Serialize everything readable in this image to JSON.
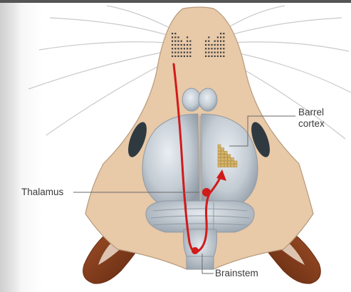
{
  "labels": {
    "barrel_cortex_line1": "Barrel",
    "barrel_cortex_line2": "cortex",
    "thalamus": "Thalamus",
    "brainstem": "Brainstem"
  },
  "colors": {
    "head_skin": "#e8c9a8",
    "head_outline": "#b79a7c",
    "brain": "#c4ccd4",
    "brain_shadow": "#98a3ad",
    "pathway": "#d11a1a",
    "barrels": "#d9b56b",
    "ear": "#8b3d1a",
    "eye": "#2f3a40"
  }
}
